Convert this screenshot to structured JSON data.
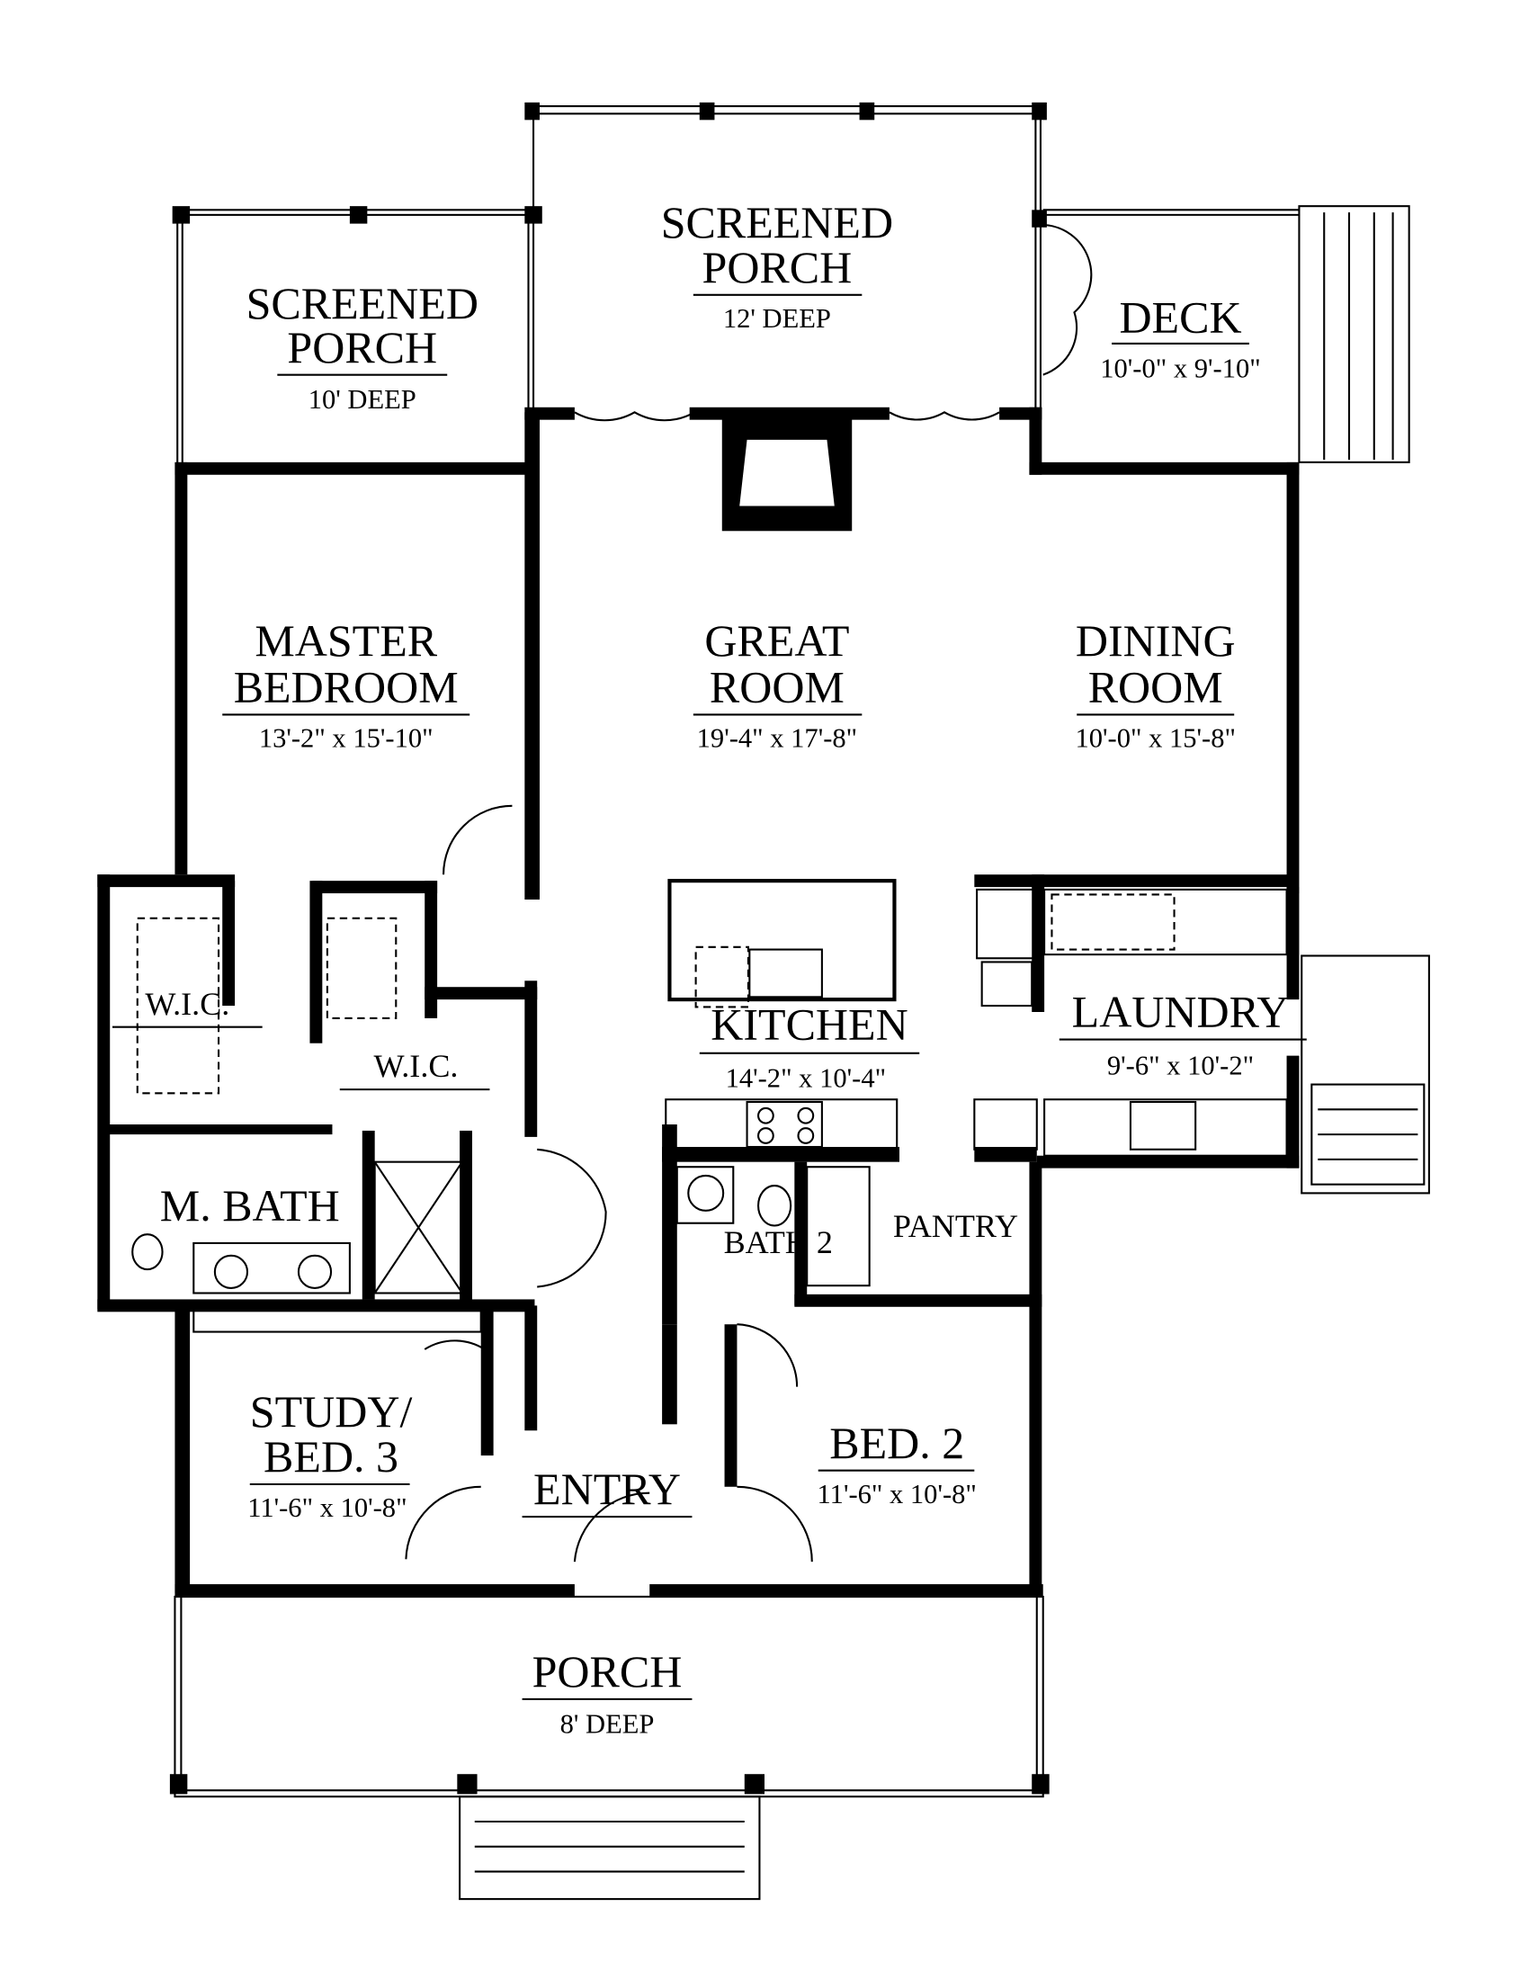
{
  "rooms": {
    "screened_porch_left": {
      "name_line1": "SCREENED",
      "name_line2": "PORCH",
      "size": "10' DEEP"
    },
    "screened_porch_center": {
      "name_line1": "SCREENED",
      "name_line2": "PORCH",
      "size": "12' DEEP"
    },
    "deck": {
      "name": "DECK",
      "size": "10'-0\" x 9'-10\""
    },
    "master_bedroom": {
      "name_line1": "MASTER",
      "name_line2": "BEDROOM",
      "size": "13'-2\" x 15'-10\""
    },
    "great_room": {
      "name_line1": "GREAT",
      "name_line2": "ROOM",
      "size": "19'-4\" x 17'-8\""
    },
    "dining_room": {
      "name_line1": "DINING",
      "name_line2": "ROOM",
      "size": "10'-0\" x 15'-8\""
    },
    "wic_left": {
      "name": "W.I.C."
    },
    "wic_right": {
      "name": "W.I.C."
    },
    "kitchen": {
      "name": "KITCHEN",
      "size": "14'-2\" x 10'-4\""
    },
    "laundry": {
      "name": "LAUNDRY",
      "size": "9'-6\" x 10'-2\""
    },
    "master_bath": {
      "name": "M. BATH"
    },
    "bath_2": {
      "name": "BATH 2"
    },
    "pantry": {
      "name": "PANTRY"
    },
    "study": {
      "name_line1": "STUDY/",
      "name_line2": "BED. 3",
      "size": "11'-6\" x 10'-8\""
    },
    "entry": {
      "name": "ENTRY"
    },
    "bed_2": {
      "name": "BED. 2",
      "size": "11'-6\" x 10'-8\""
    },
    "porch": {
      "name": "PORCH",
      "size": "8' DEEP"
    }
  }
}
